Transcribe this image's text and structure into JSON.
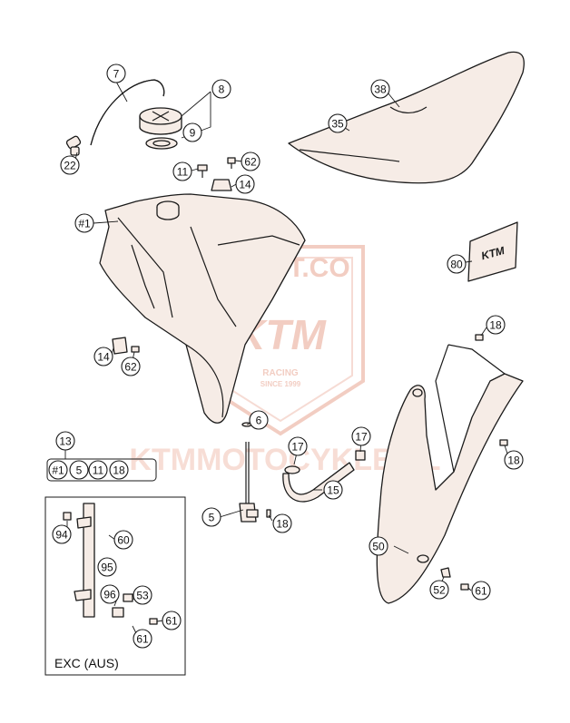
{
  "callouts": [
    "7",
    "8",
    "9",
    "22",
    "11",
    "62",
    "14",
    "38",
    "35",
    "#1",
    "80",
    "14",
    "62",
    "18",
    "6",
    "17",
    "17",
    "13",
    "#1",
    "5",
    "11",
    "18",
    "15",
    "18",
    "5",
    "18",
    "94",
    "60",
    "95",
    "96",
    "53",
    "61",
    "61",
    "50",
    "52",
    "61"
  ],
  "set_13": [
    "#1",
    "5",
    "11",
    "18"
  ],
  "inset_label": "EXC (AUS)",
  "watermark": {
    "brand": "DUUST.CO",
    "logo": "KTM",
    "sub1": "RACING",
    "sub2": "SINCE 1999",
    "url": "KTMMOTOCYKLE.PL"
  },
  "decal_text": "KTM",
  "colors": {
    "part_fill": "#f6ece6",
    "stroke": "#1a1a1a",
    "watermark": "#e8a592"
  }
}
